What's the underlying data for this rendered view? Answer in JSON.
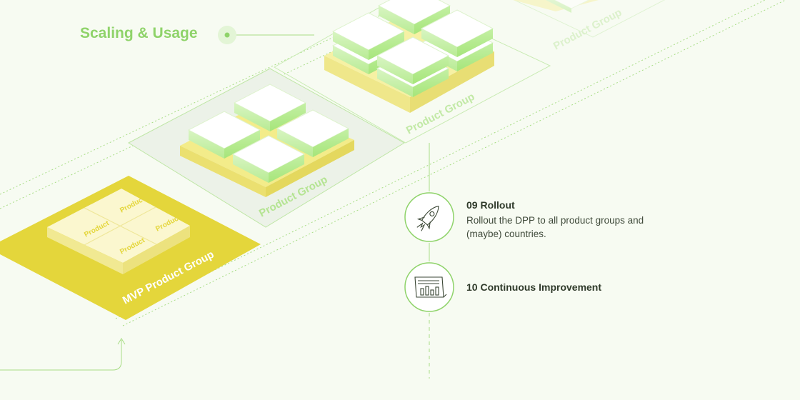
{
  "section": {
    "title": "Scaling & Usage"
  },
  "groups": {
    "mvp_label": "MVP Product Group",
    "product_label": "Product",
    "group_label": "Product Group"
  },
  "steps": [
    {
      "title": "09 Rollout",
      "description": "Rollout the DPP to all product groups and (maybe) countries.",
      "icon": "rocket-icon"
    },
    {
      "title": "10 Continuous Improvement",
      "description": "",
      "icon": "chart-board-icon"
    }
  ],
  "colors": {
    "accent_green": "#8fd36a",
    "mvp_yellow": "#e4d63b",
    "pale_yellow": "#f5f0a8",
    "background": "#f7fbf2"
  }
}
